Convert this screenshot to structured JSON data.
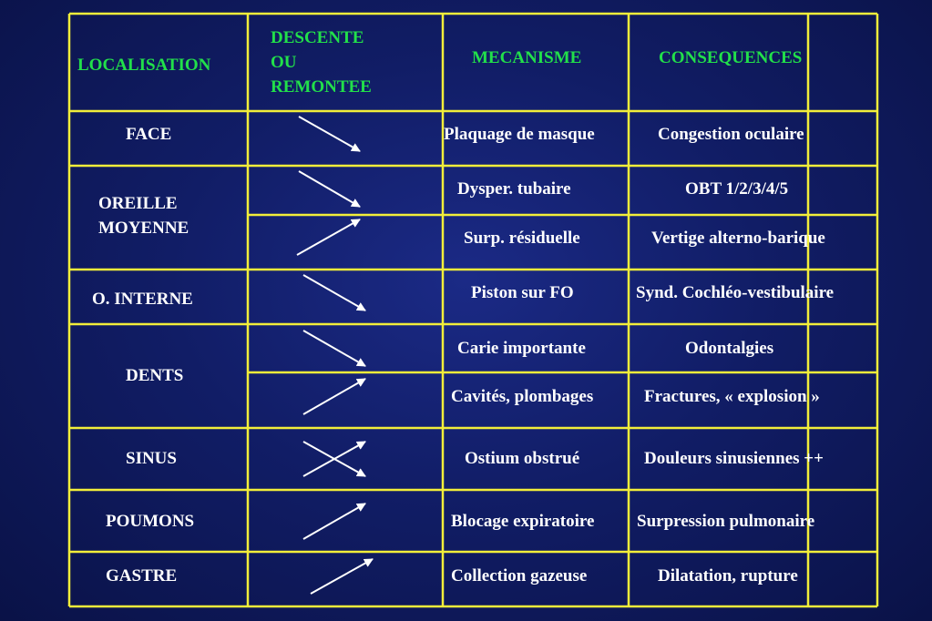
{
  "header": {
    "localisation": "LOCALISATION",
    "direction_line1": "DESCENTE",
    "direction_line2": "OU",
    "direction_line3": "REMONTEE",
    "mecanisme": "MECANISME",
    "consequences": "CONSEQUENCES"
  },
  "rows": [
    {
      "localisation": "FACE",
      "direction": "descente",
      "mecanisme": "Plaquage de masque",
      "consequences": "Congestion oculaire"
    },
    {
      "localisation_line1": "OREILLE",
      "localisation_line2": "MOYENNE",
      "direction": "descente",
      "mecanisme": "Dysper. tubaire",
      "consequences": "OBT 1/2/3/4/5"
    },
    {
      "direction": "remontee",
      "mecanisme": "Surp. résiduelle",
      "consequences": "Vertige alterno-barique"
    },
    {
      "localisation": "O. INTERNE",
      "direction": "descente",
      "mecanisme": "Piston sur FO",
      "consequences": "Synd. Cochléo-vestibulaire"
    },
    {
      "localisation": "DENTS",
      "direction": "descente",
      "mecanisme": "Carie importante",
      "consequences": "Odontalgies"
    },
    {
      "direction": "remontee",
      "mecanisme": "Cavités, plombages",
      "consequences": "Fractures, « explosion »"
    },
    {
      "localisation": "SINUS",
      "direction": "descente-et-remontee",
      "mecanisme": "Ostium obstrué",
      "consequences": "Douleurs sinusiennes ++"
    },
    {
      "localisation": "POUMONS",
      "direction": "remontee",
      "mecanisme": "Blocage expiratoire",
      "consequences": "Surpression pulmonaire"
    },
    {
      "localisation": "GASTRE",
      "direction": "remontee",
      "mecanisme": "Collection gazeuse",
      "consequences": "Dilatation, rupture"
    }
  ],
  "colors": {
    "grid_line": "#f2ee3a",
    "header_text": "#22e04a",
    "body_text": "#ffffff",
    "background": "#111d66"
  }
}
